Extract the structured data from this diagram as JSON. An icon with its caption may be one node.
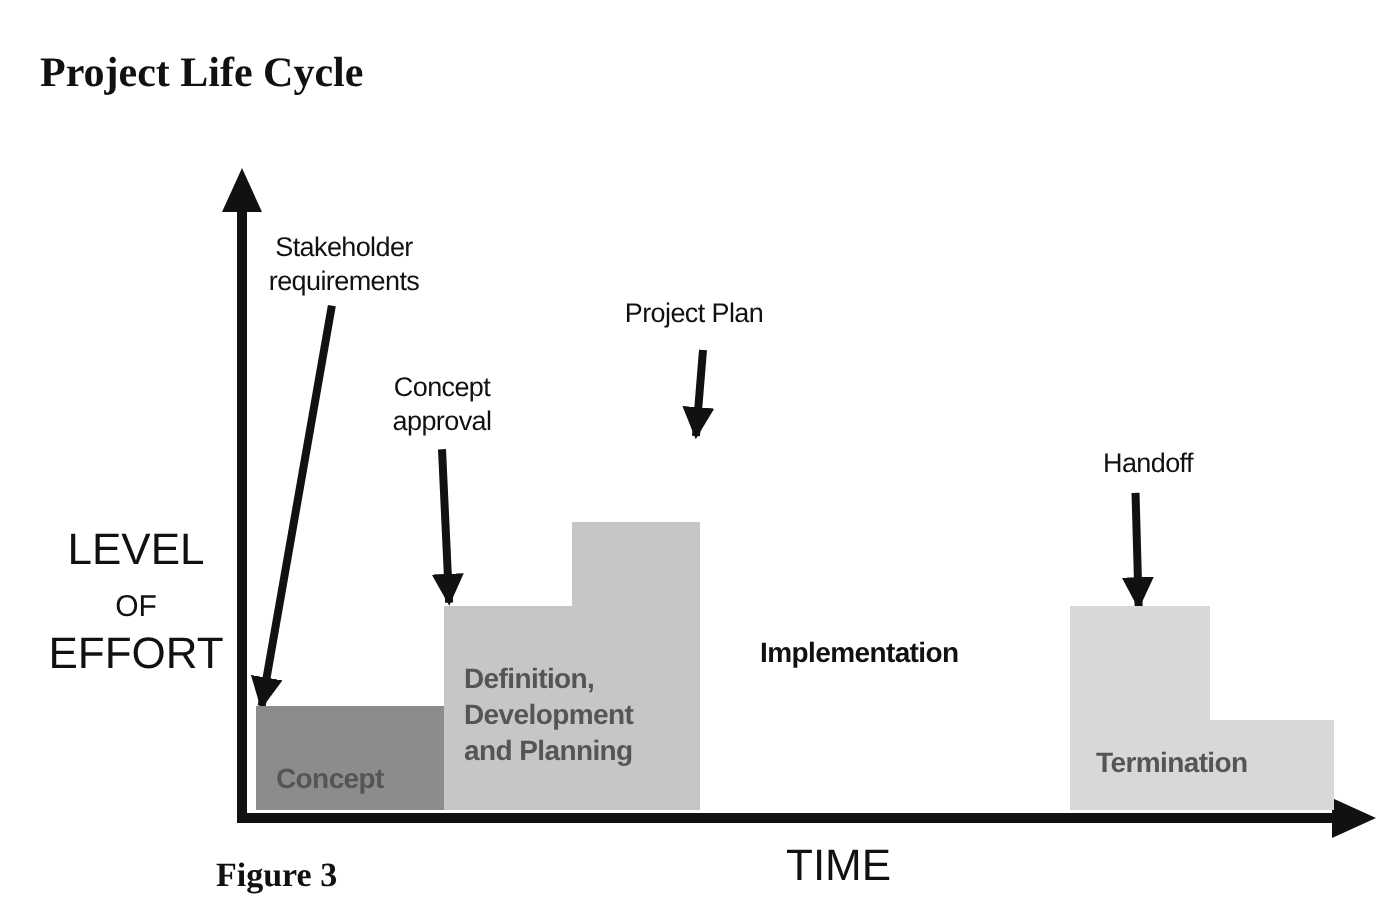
{
  "diagram": {
    "title": "Project Life Cycle",
    "nodes": [
      {
        "text": [
          "Stakeholder requirements"
        ]
      },
      {
        "text": [
          "Concept approval"
        ]
      },
      {
        "text": [
          "Project Plan"
        ]
      },
      {
        "text": [
          "Handoff"
        ]
      },
      {
        "text": [
          "Concept"
        ]
      },
      {
        "text": [
          "Definition, Development and Planning"
        ]
      },
      {
        "text": [
          "Termination"
        ]
      }
    ],
    "edges": [
      {
        "from": 0,
        "to": 4,
        "arrow": "to"
      },
      {
        "from": 1,
        "to": 5,
        "arrow": "to"
      },
      {
        "from": 2,
        "to": null,
        "arrow": "to"
      },
      {
        "from": 3,
        "to": 6,
        "arrow": "to"
      }
    ],
    "labels": [
      "LEVEL OF EFFORT",
      "Implementation",
      "TIME",
      "Figure 3"
    ]
  }
}
